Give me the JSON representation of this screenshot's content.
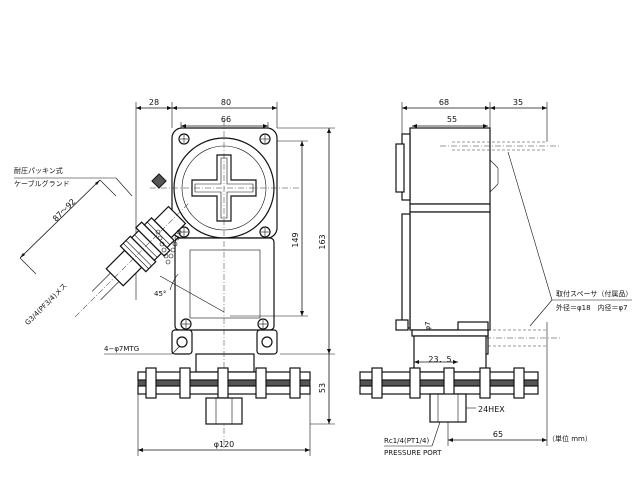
{
  "front_view": {
    "dim_28": "28",
    "dim_80": "80",
    "dim_66": "66",
    "dim_149": "149",
    "dim_163": "163",
    "dim_53": "53",
    "dim_phi120": "φ120",
    "dim_87_92": "87～92",
    "angle_45": "45°",
    "mounting_holes": "4−φ7MTG",
    "cable_gland_label_1": "耐圧パッキン式",
    "cable_gland_label_2": "ケーブルグランド",
    "conduit_thread": "G3/4(PF3/4)メス"
  },
  "side_view": {
    "dim_68": "68",
    "dim_35": "35",
    "dim_55": "55",
    "dim_23_5": "23．5",
    "dim_phi7": "φ7",
    "dim_65": "65",
    "hex_size": "24HEX",
    "port_thread": "Rc1/4(PT1/4)",
    "port_name": "PRESSURE PORT",
    "spacer_label": "取付スペーサ（付属品）",
    "spacer_size": "外径＝φ18　内径＝φ7",
    "unit_note": "（単位 mm）"
  }
}
